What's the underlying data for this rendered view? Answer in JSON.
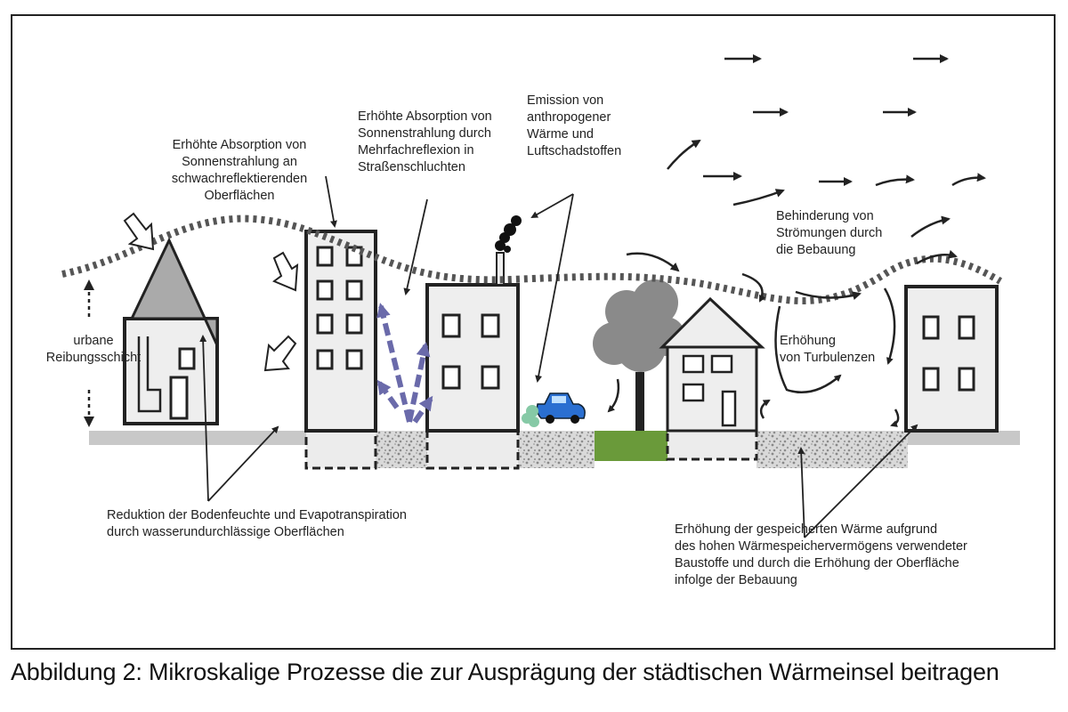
{
  "figure": {
    "caption": "Abbildung 2: Mikroskalige Prozesse die zur Ausprägung der städtischen Wärmeinsel beitragen",
    "labels": {
      "friction_layer": "urbane\nReibungsschicht",
      "absorption_low_reflect": "Erhöhte Absorption von\nSonnenstrahlung  an\nschwachreflektierenden\nOberflächen",
      "absorption_multi_reflect": "Erhöhte Absorption von\nSonnenstrahlung durch\nMehrfachreflexion in\nStraßenschluchten",
      "emission": "Emission von\nanthropogener\nWärme und\nLuftschadstoffen",
      "flow_obstruction": "Behinderung von\nStrömungen durch\ndie Bebauung",
      "turbulence": "Erhöhung\nvon Turbulenzen",
      "soil_moisture": "Reduktion der Bodenfeuchte  und Evapotranspiration\ndurch wasserundurchlässige  Oberflächen",
      "heat_storage": "Erhöhung der gespeicherten Wärme aufgrund\ndes hohen Wärmespeichervermögens  verwendeter\nBaustoffe und durch die Erhöhung der Oberfläche\ninfolge der Bebauung"
    },
    "colors": {
      "outline": "#222222",
      "building_fill": "#eeeeee",
      "roof_fill": "#aaaaaa",
      "ground": "#c8c8c8",
      "gravel": "#b9b9b9",
      "grass": "#6a9a3a",
      "tree": "#8a8a8a",
      "reflection_arrows": "#6a6aaa",
      "car": "#2a6fd1",
      "exhaust": "#86c9a6",
      "boundary_dots": "#555555"
    }
  }
}
